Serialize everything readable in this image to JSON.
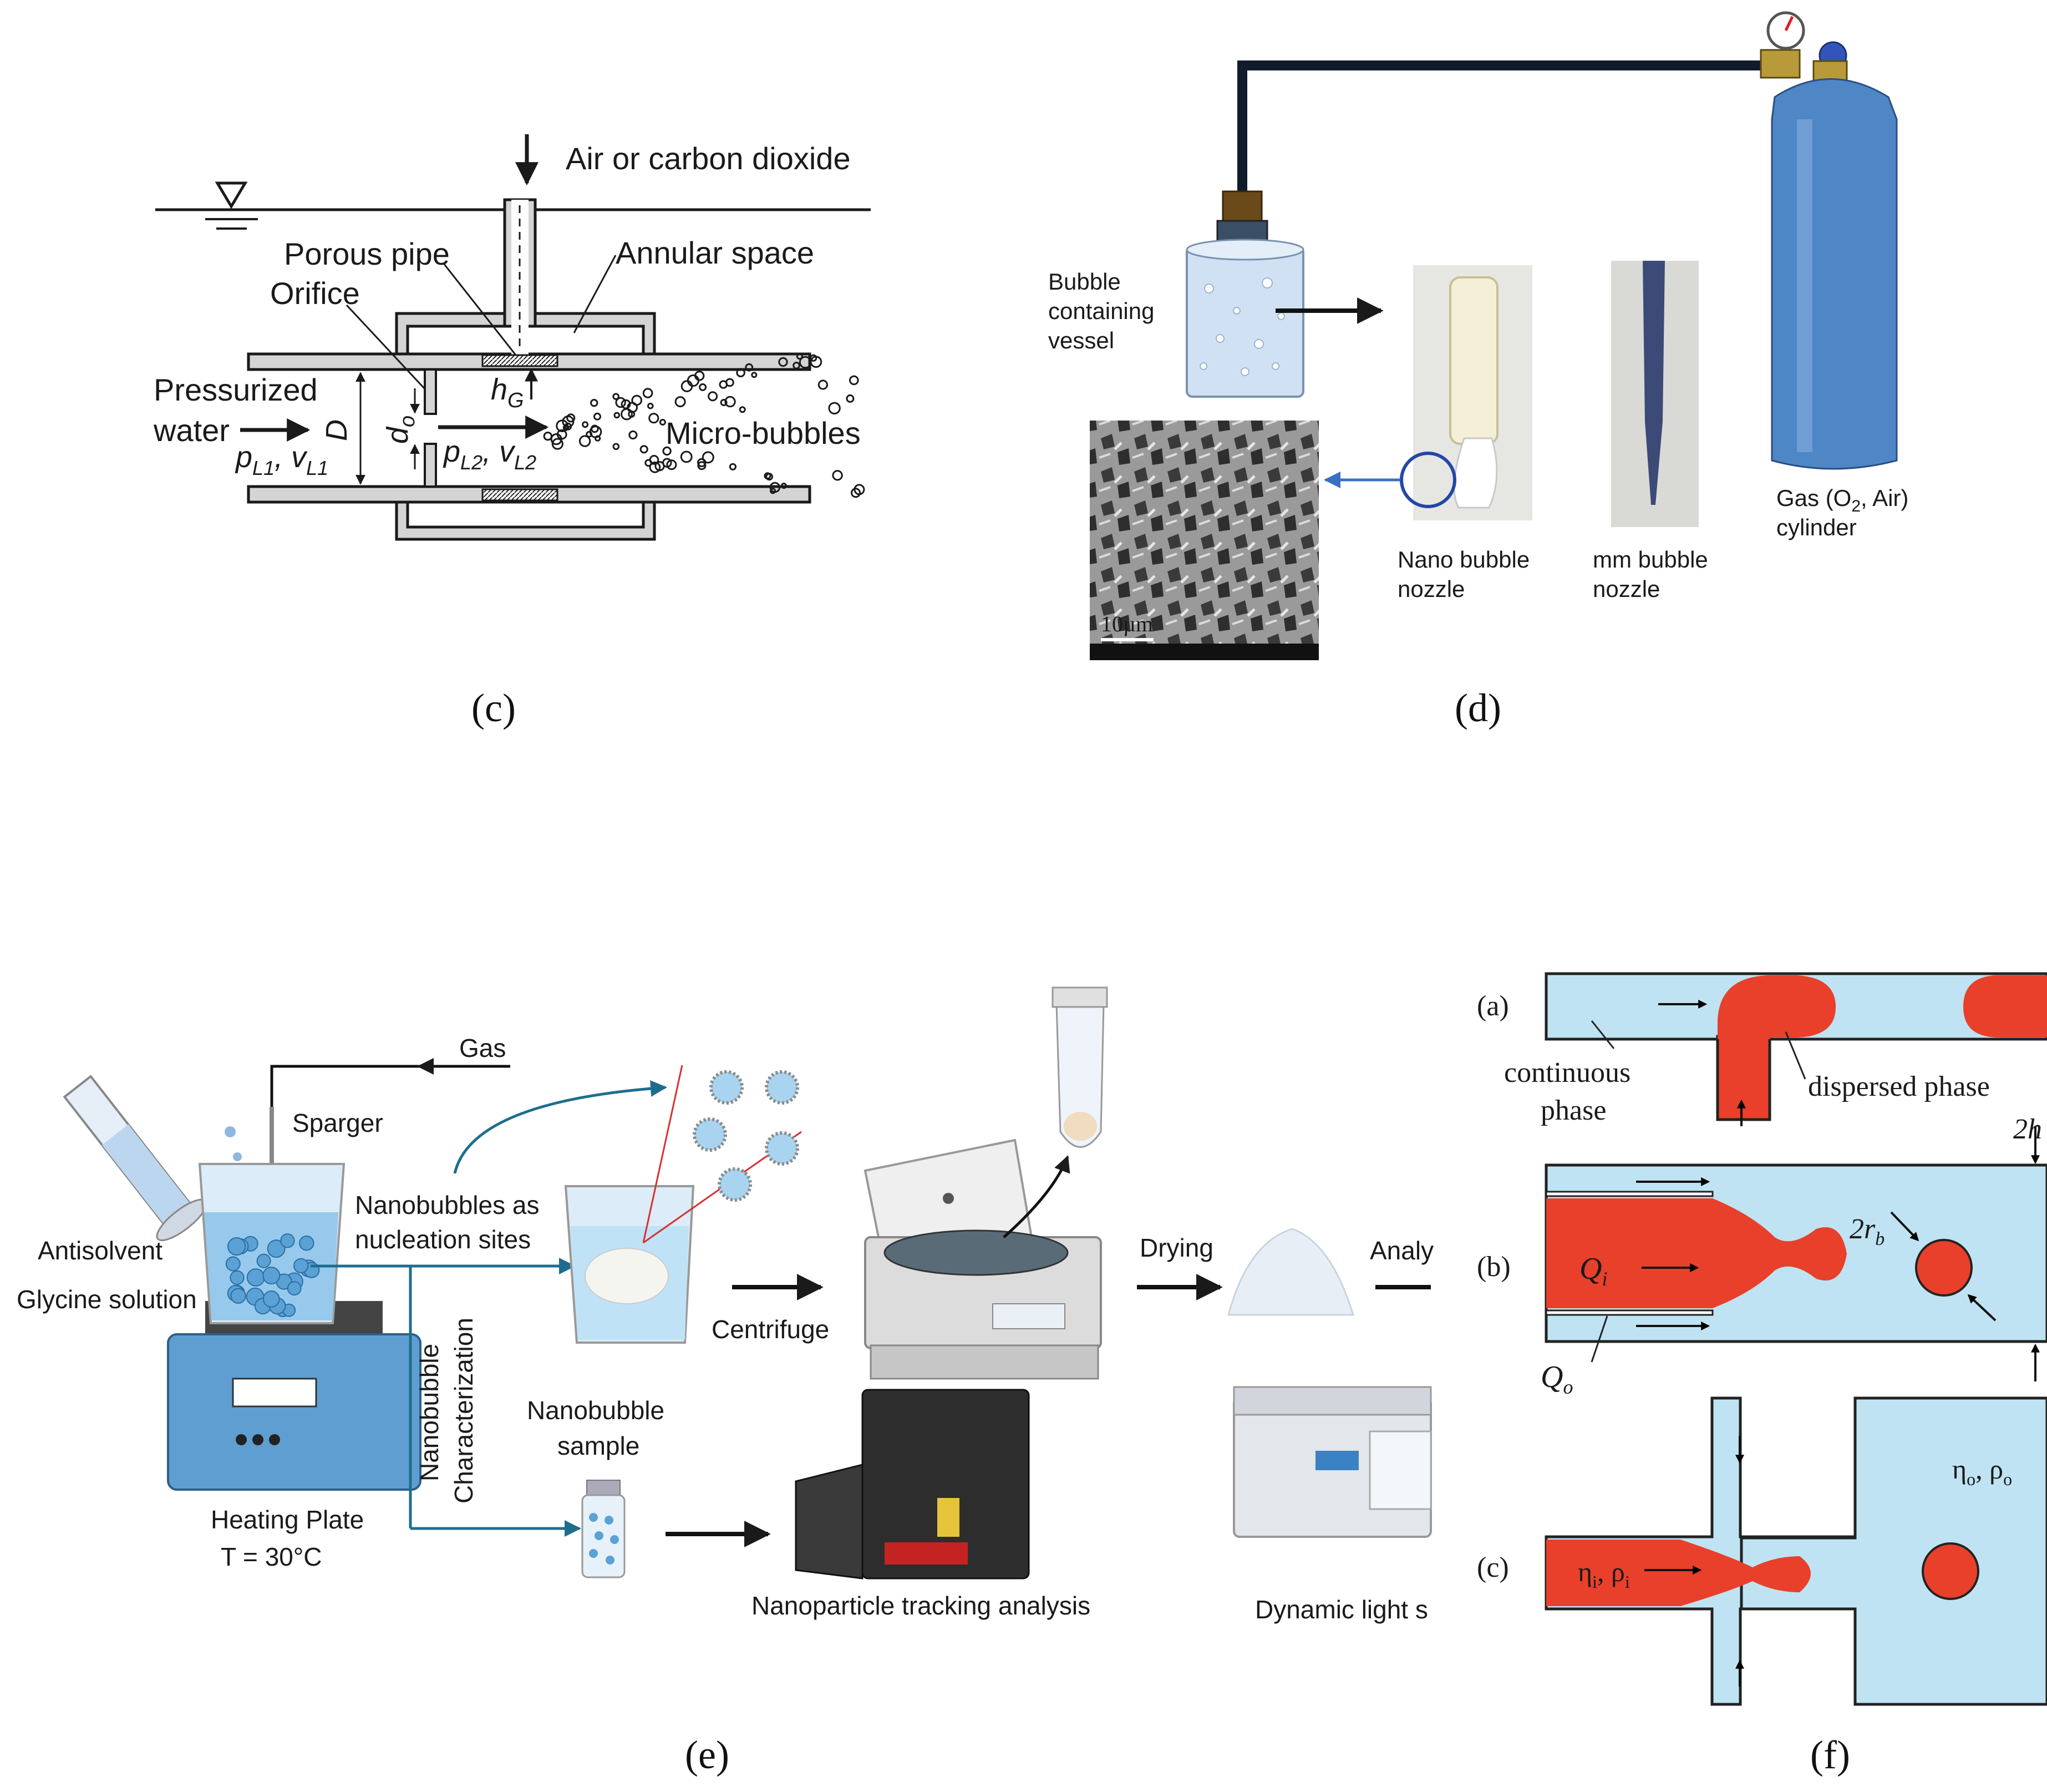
{
  "panels": {
    "c": {
      "caption": "(c)",
      "labels": {
        "gas": "Air or carbon dioxide",
        "porous_pipe": "Porous pipe",
        "annular_space": "Annular space",
        "orifice": "Orifice",
        "pressurized": "Pressurized",
        "water": "water",
        "micro_bubbles": "Micro-bubbles",
        "D": "D",
        "d0": "d",
        "d0_sub": "o",
        "hG": "h",
        "hG_sub": "G",
        "p1_a": "p",
        "p1_a_sub": "L1",
        "p1_b": ", v",
        "p1_b_sub": "L1",
        "p2_a": "p",
        "p2_a_sub": "L2",
        "p2_b": ", v",
        "p2_b_sub": "L2"
      }
    },
    "d": {
      "caption": "(d)",
      "labels": {
        "vessel_1": "Bubble",
        "vessel_2": "containing",
        "vessel_3": "vessel",
        "nano_1": "Nano bubble",
        "nano_2": "nozzle",
        "mm_1": "mm bubble",
        "mm_2": "nozzle",
        "gas_1": "Gas  (O",
        "gas_1_sub": "2",
        "gas_1_end": ", Air)",
        "gas_2": "cylinder",
        "scale": "10µm"
      }
    },
    "e": {
      "caption": "(e)",
      "labels": {
        "gas": "Gas",
        "sparger": "Sparger",
        "antisolvent": "Antisolvent",
        "glycine": "Glycine solution",
        "nuc_1": "Nanobubbles as",
        "nuc_2": "nucleation sites",
        "centrifuge": "Centrifuge",
        "drying": "Drying",
        "analy": "Analy",
        "heating_1": "Heating Plate",
        "heating_2": "T = 30°C",
        "char_1": "Nanobubble",
        "char_2": "Characterization",
        "sample_1": "Nanobubble",
        "sample_2": "sample",
        "nta": "Nanoparticle tracking analysis",
        "dls": "Dynamic light s"
      }
    },
    "f": {
      "caption": "(f)",
      "labels": {
        "a": "(a)",
        "b": "(b)",
        "c": "(c)",
        "continuous_1": "continuous",
        "continuous_2": "phase",
        "dispersed": "dispersed phase",
        "Qi": "Q",
        "Qi_sub": "i",
        "Qo": "Q",
        "Qo_sub": "o",
        "rb": "2r",
        "rb_sub": "b",
        "twoh": "2h",
        "eta_i": "η",
        "eta_i_sub": "i",
        "rho_i": ", ρ",
        "rho_i_sub": "i",
        "eta_o": "η",
        "eta_o_sub": "o",
        "rho_o": ", ρ",
        "rho_o_sub": "o"
      }
    }
  },
  "colors": {
    "channel_fill": "#bfe3f2",
    "droplet": "#e8402a",
    "cylinder": "#4f86c6",
    "arrow_blue": "#1f6d8e",
    "pipe_gray": "#d4d4d4"
  }
}
